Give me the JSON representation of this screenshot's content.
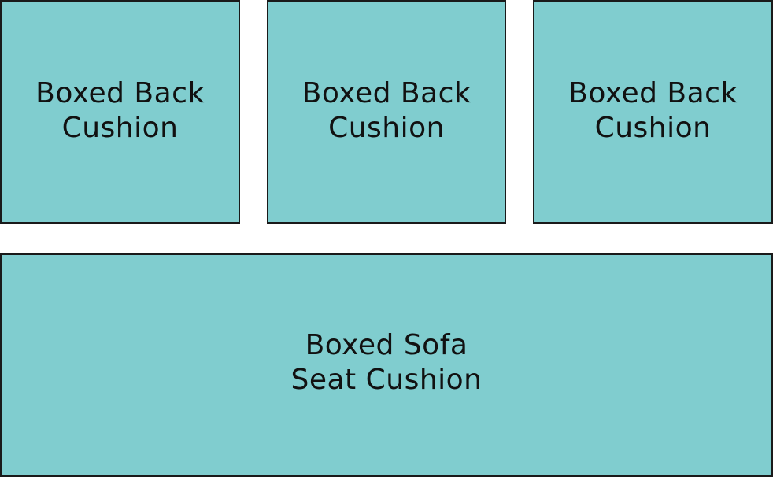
{
  "diagram": {
    "fill_color": "#80cdcf",
    "border_color": "#1a1a1a",
    "back_cushions": [
      {
        "line1": "Boxed Back",
        "line2": "Cushion"
      },
      {
        "line1": "Boxed Back",
        "line2": "Cushion"
      },
      {
        "line1": "Boxed Back",
        "line2": "Cushion"
      }
    ],
    "seat_cushion": {
      "line1": "Boxed Sofa",
      "line2": "Seat Cushion"
    }
  }
}
